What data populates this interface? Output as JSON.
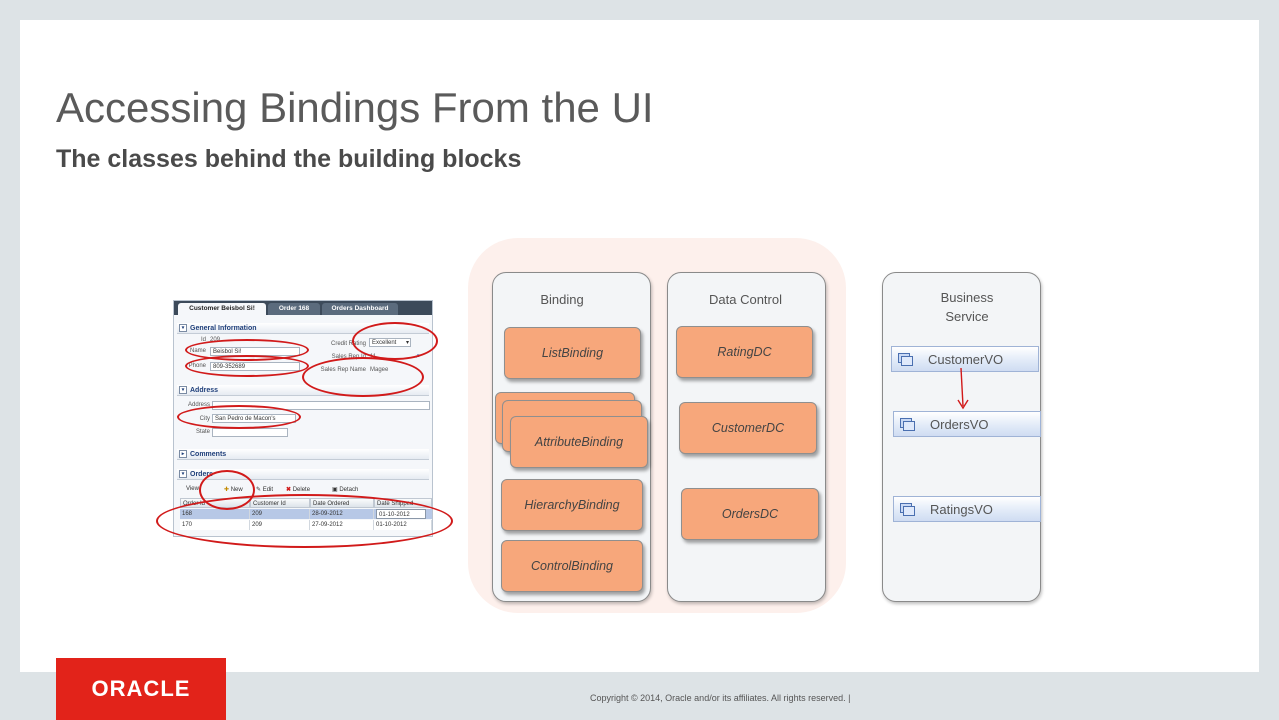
{
  "slide": {
    "title": "Accessing Bindings From the UI",
    "subtitle": "The classes behind the building blocks"
  },
  "binding_column": {
    "title": "Binding",
    "items": [
      "ListBinding",
      "AttributeBinding",
      "HierarchyBinding",
      "ControlBinding"
    ]
  },
  "data_control_column": {
    "title": "Data Control",
    "items": [
      "RatingDC",
      "CustomerDC",
      "OrdersDC"
    ]
  },
  "business_service_column": {
    "title_line1": "Business",
    "title_line2": "Service",
    "items": [
      "CustomerVO",
      "OrdersVO",
      "RatingsVO"
    ]
  },
  "screenshot": {
    "tabs": [
      "Customer Beisbol Si!",
      "Order 168",
      "Orders Dashboard"
    ],
    "general_info": {
      "header": "General Information",
      "id_label": "Id",
      "id_value": "209",
      "name_label": "Name",
      "name_value": "Beisbol Si!",
      "phone_label": "Phone",
      "phone_value": "809-352689",
      "credit_rating_label": "Credit Rating",
      "credit_rating_value": "Excellent",
      "sales_rep_id_label": "Sales Rep Id",
      "sales_rep_id_value": "11",
      "sales_rep_name_label": "Sales Rep Name",
      "sales_rep_name_value": "Magee"
    },
    "address": {
      "header": "Address",
      "address_label": "Address",
      "city_label": "City",
      "city_value": "San Pedro de Macon's",
      "state_label": "State"
    },
    "comments_header": "Comments",
    "orders": {
      "header": "Orders",
      "toolbar": {
        "view": "View",
        "new": "New",
        "edit": "Edit",
        "delete": "Delete",
        "detach": "Detach"
      },
      "columns": [
        "Order Id",
        "Customer Id",
        "Date Ordered",
        "Date Shipped"
      ],
      "rows": [
        [
          "168",
          "209",
          "28-09-2012",
          "01-10-2012"
        ],
        [
          "170",
          "209",
          "27-09-2012",
          "01-10-2012"
        ]
      ]
    }
  },
  "footer": {
    "logo": "ORACLE",
    "copyright": "Copyright © 2014, Oracle and/or its affiliates. All rights reserved.  |"
  },
  "colors": {
    "accent_red": "#e2231a",
    "binding_fill": "#f7a77b",
    "highlight_ellipse": "#d11a1a"
  }
}
